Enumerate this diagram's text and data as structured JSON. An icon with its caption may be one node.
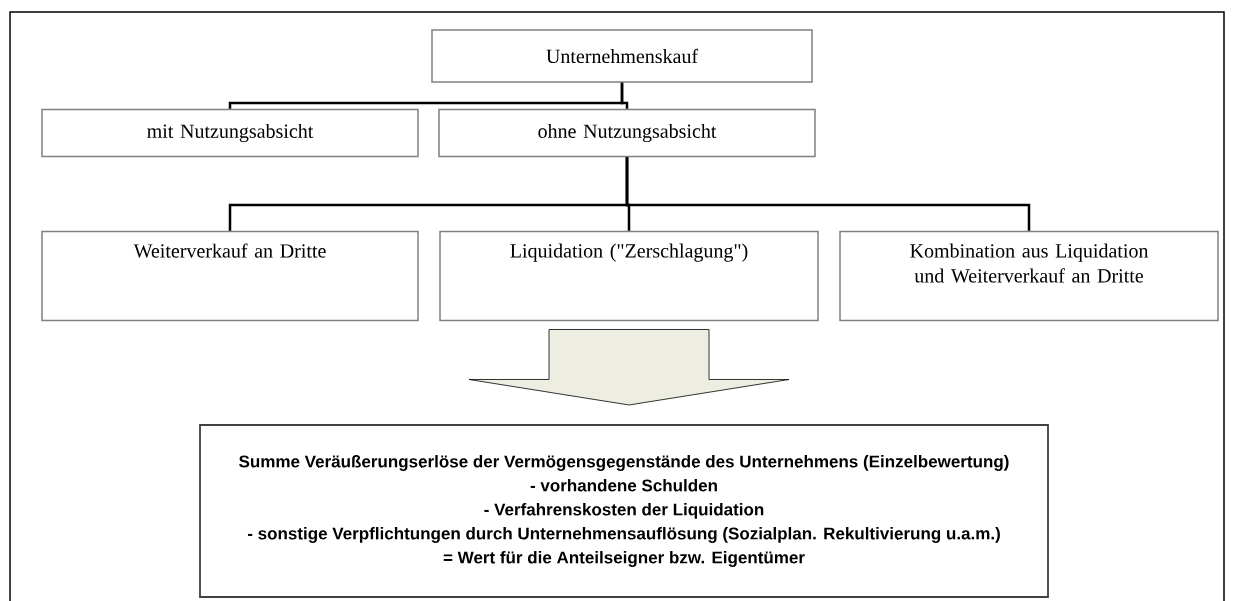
{
  "diagram": {
    "nodes": [
      {
        "text": [
          "Unternehmenskauf"
        ]
      },
      {
        "text": [
          "mit Nutzungsabsicht"
        ]
      },
      {
        "text": [
          "ohne Nutzungsabsicht"
        ]
      },
      {
        "text": [
          "Weiterverkauf an Dritte"
        ]
      },
      {
        "text": [
          "Liquidation (\"Zerschlagung\")"
        ]
      },
      {
        "text": [
          "Kombination aus Liquidation und Weiterverkauf an Dritte"
        ]
      },
      {
        "text": [
          "Summe Veräußerungserlöse der Vermögensgegenstände des Unternehmens (Einzelbewertung)",
          "- vorhandene Schulden",
          "- Verfahrenskosten der Liquidation",
          "- sonstige Verpflichtungen durch Unternehmensauflösung (Sozialplan. Rekultivierung u.a.m.)",
          "= Wert für die Anteilseigner bzw. Eigentümer"
        ]
      }
    ],
    "edges": [
      {
        "from": 0,
        "to": 1,
        "arrow": "none"
      },
      {
        "from": 0,
        "to": 2,
        "arrow": "none"
      },
      {
        "from": 2,
        "to": 3,
        "arrow": "none"
      },
      {
        "from": 2,
        "to": 4,
        "arrow": "none"
      },
      {
        "from": 2,
        "to": 5,
        "arrow": "none"
      },
      {
        "from": 4,
        "to": 6,
        "arrow": "to",
        "style": "thick"
      }
    ]
  }
}
